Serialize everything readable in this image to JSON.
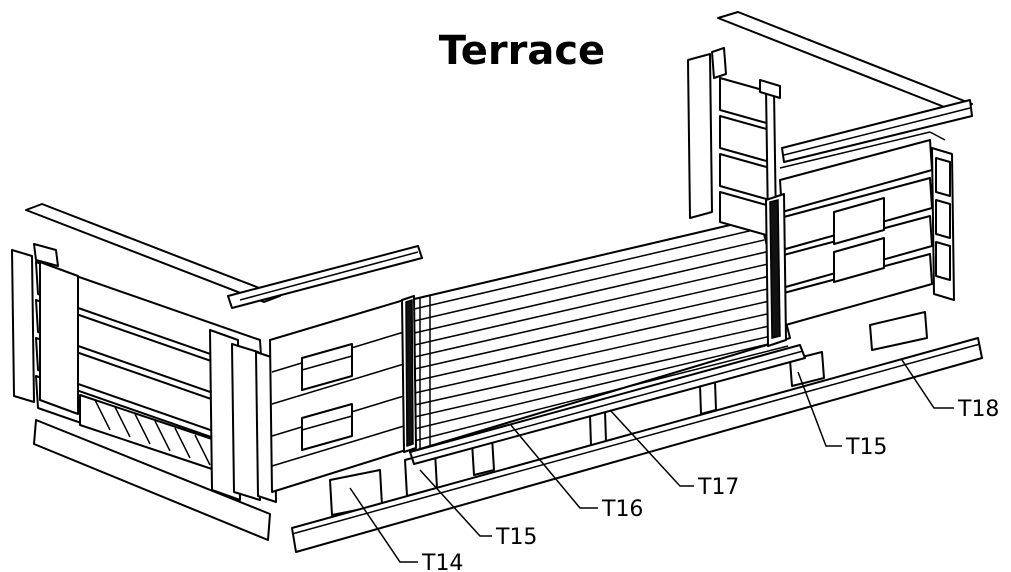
{
  "title": "Terrace",
  "labels": {
    "t14": "T14",
    "t15_front": "T15",
    "t16": "T16",
    "t17": "T17",
    "t15_right": "T15",
    "t18": "T18"
  }
}
